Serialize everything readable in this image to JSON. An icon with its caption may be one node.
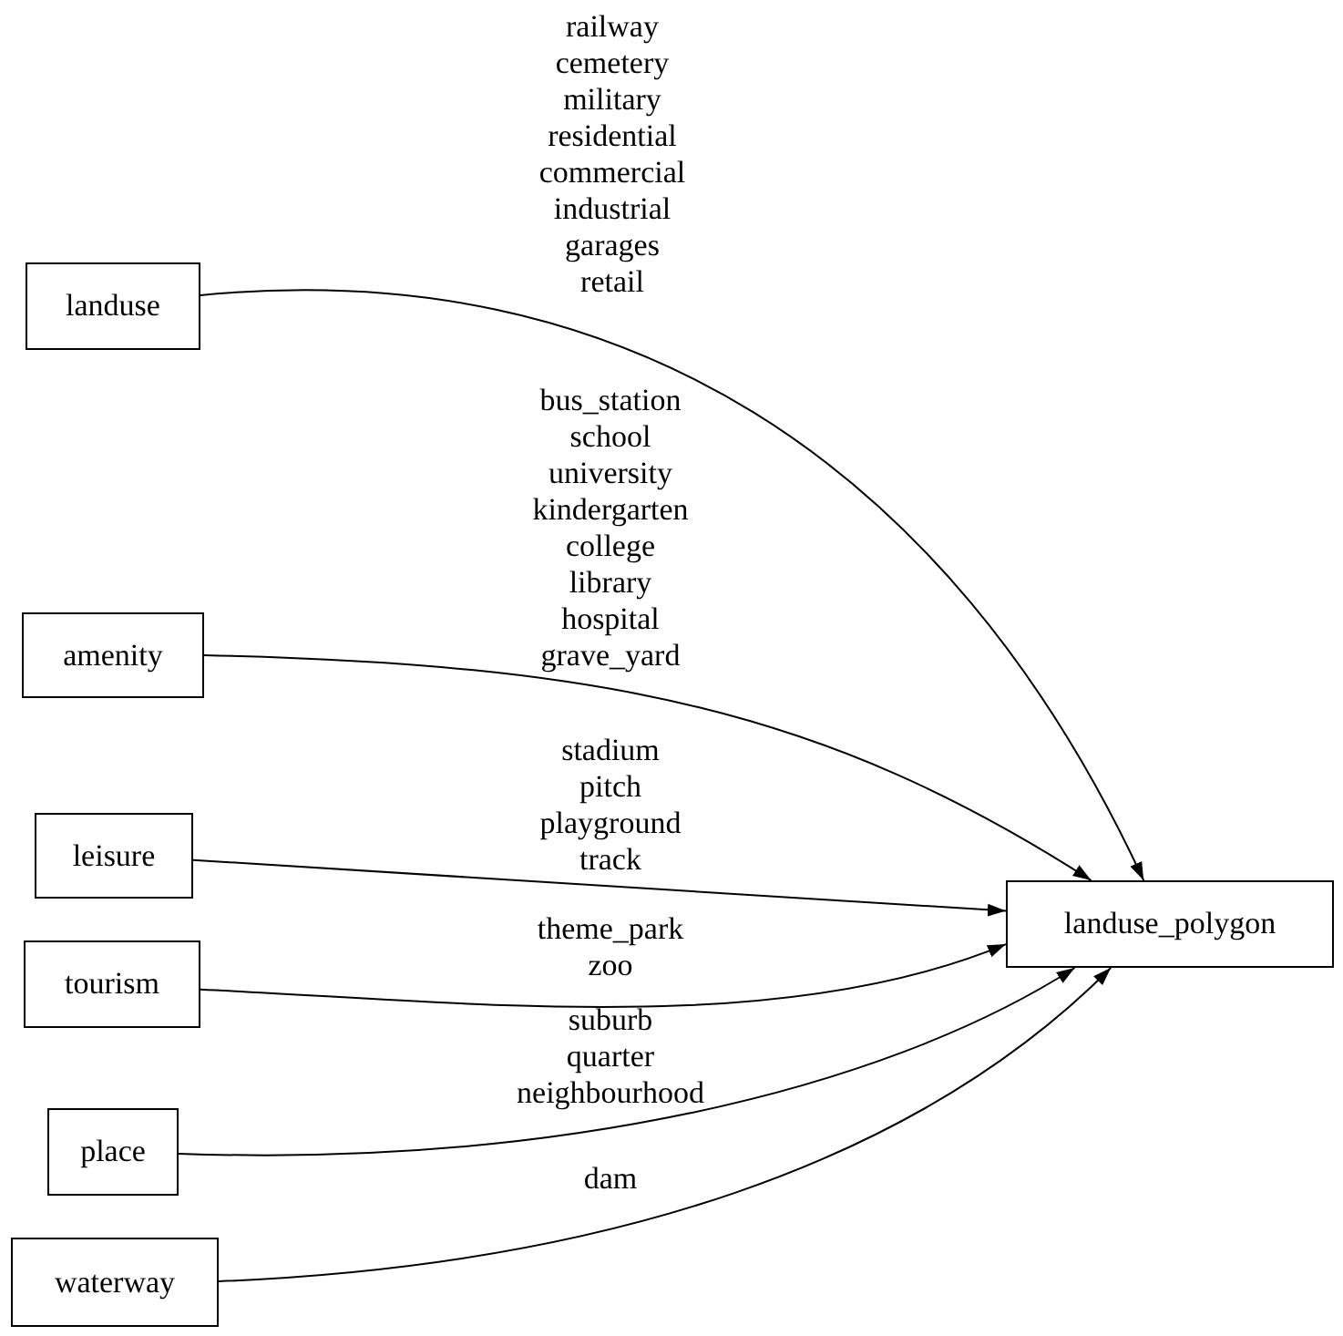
{
  "diagram": {
    "nodes": [
      {
        "text": [
          "landuse"
        ]
      },
      {
        "text": [
          "amenity"
        ]
      },
      {
        "text": [
          "leisure"
        ]
      },
      {
        "text": [
          "tourism"
        ]
      },
      {
        "text": [
          "place"
        ]
      },
      {
        "text": [
          "waterway"
        ]
      },
      {
        "text": [
          "landuse_polygon"
        ]
      }
    ],
    "edges": [
      {
        "from": 0,
        "to": 6,
        "arrow": "to",
        "label": "railway cemetery military residential commercial industrial garages retail"
      },
      {
        "from": 1,
        "to": 6,
        "arrow": "to",
        "label": "bus_station school university kindergarten college library hospital grave_yard"
      },
      {
        "from": 2,
        "to": 6,
        "arrow": "to",
        "label": "stadium pitch playground track"
      },
      {
        "from": 3,
        "to": 6,
        "arrow": "to",
        "label": "theme_park zoo"
      },
      {
        "from": 4,
        "to": 6,
        "arrow": "to",
        "label": "suburb quarter neighbourhood"
      },
      {
        "from": 5,
        "to": 6,
        "arrow": "to",
        "label": "dam"
      }
    ]
  }
}
